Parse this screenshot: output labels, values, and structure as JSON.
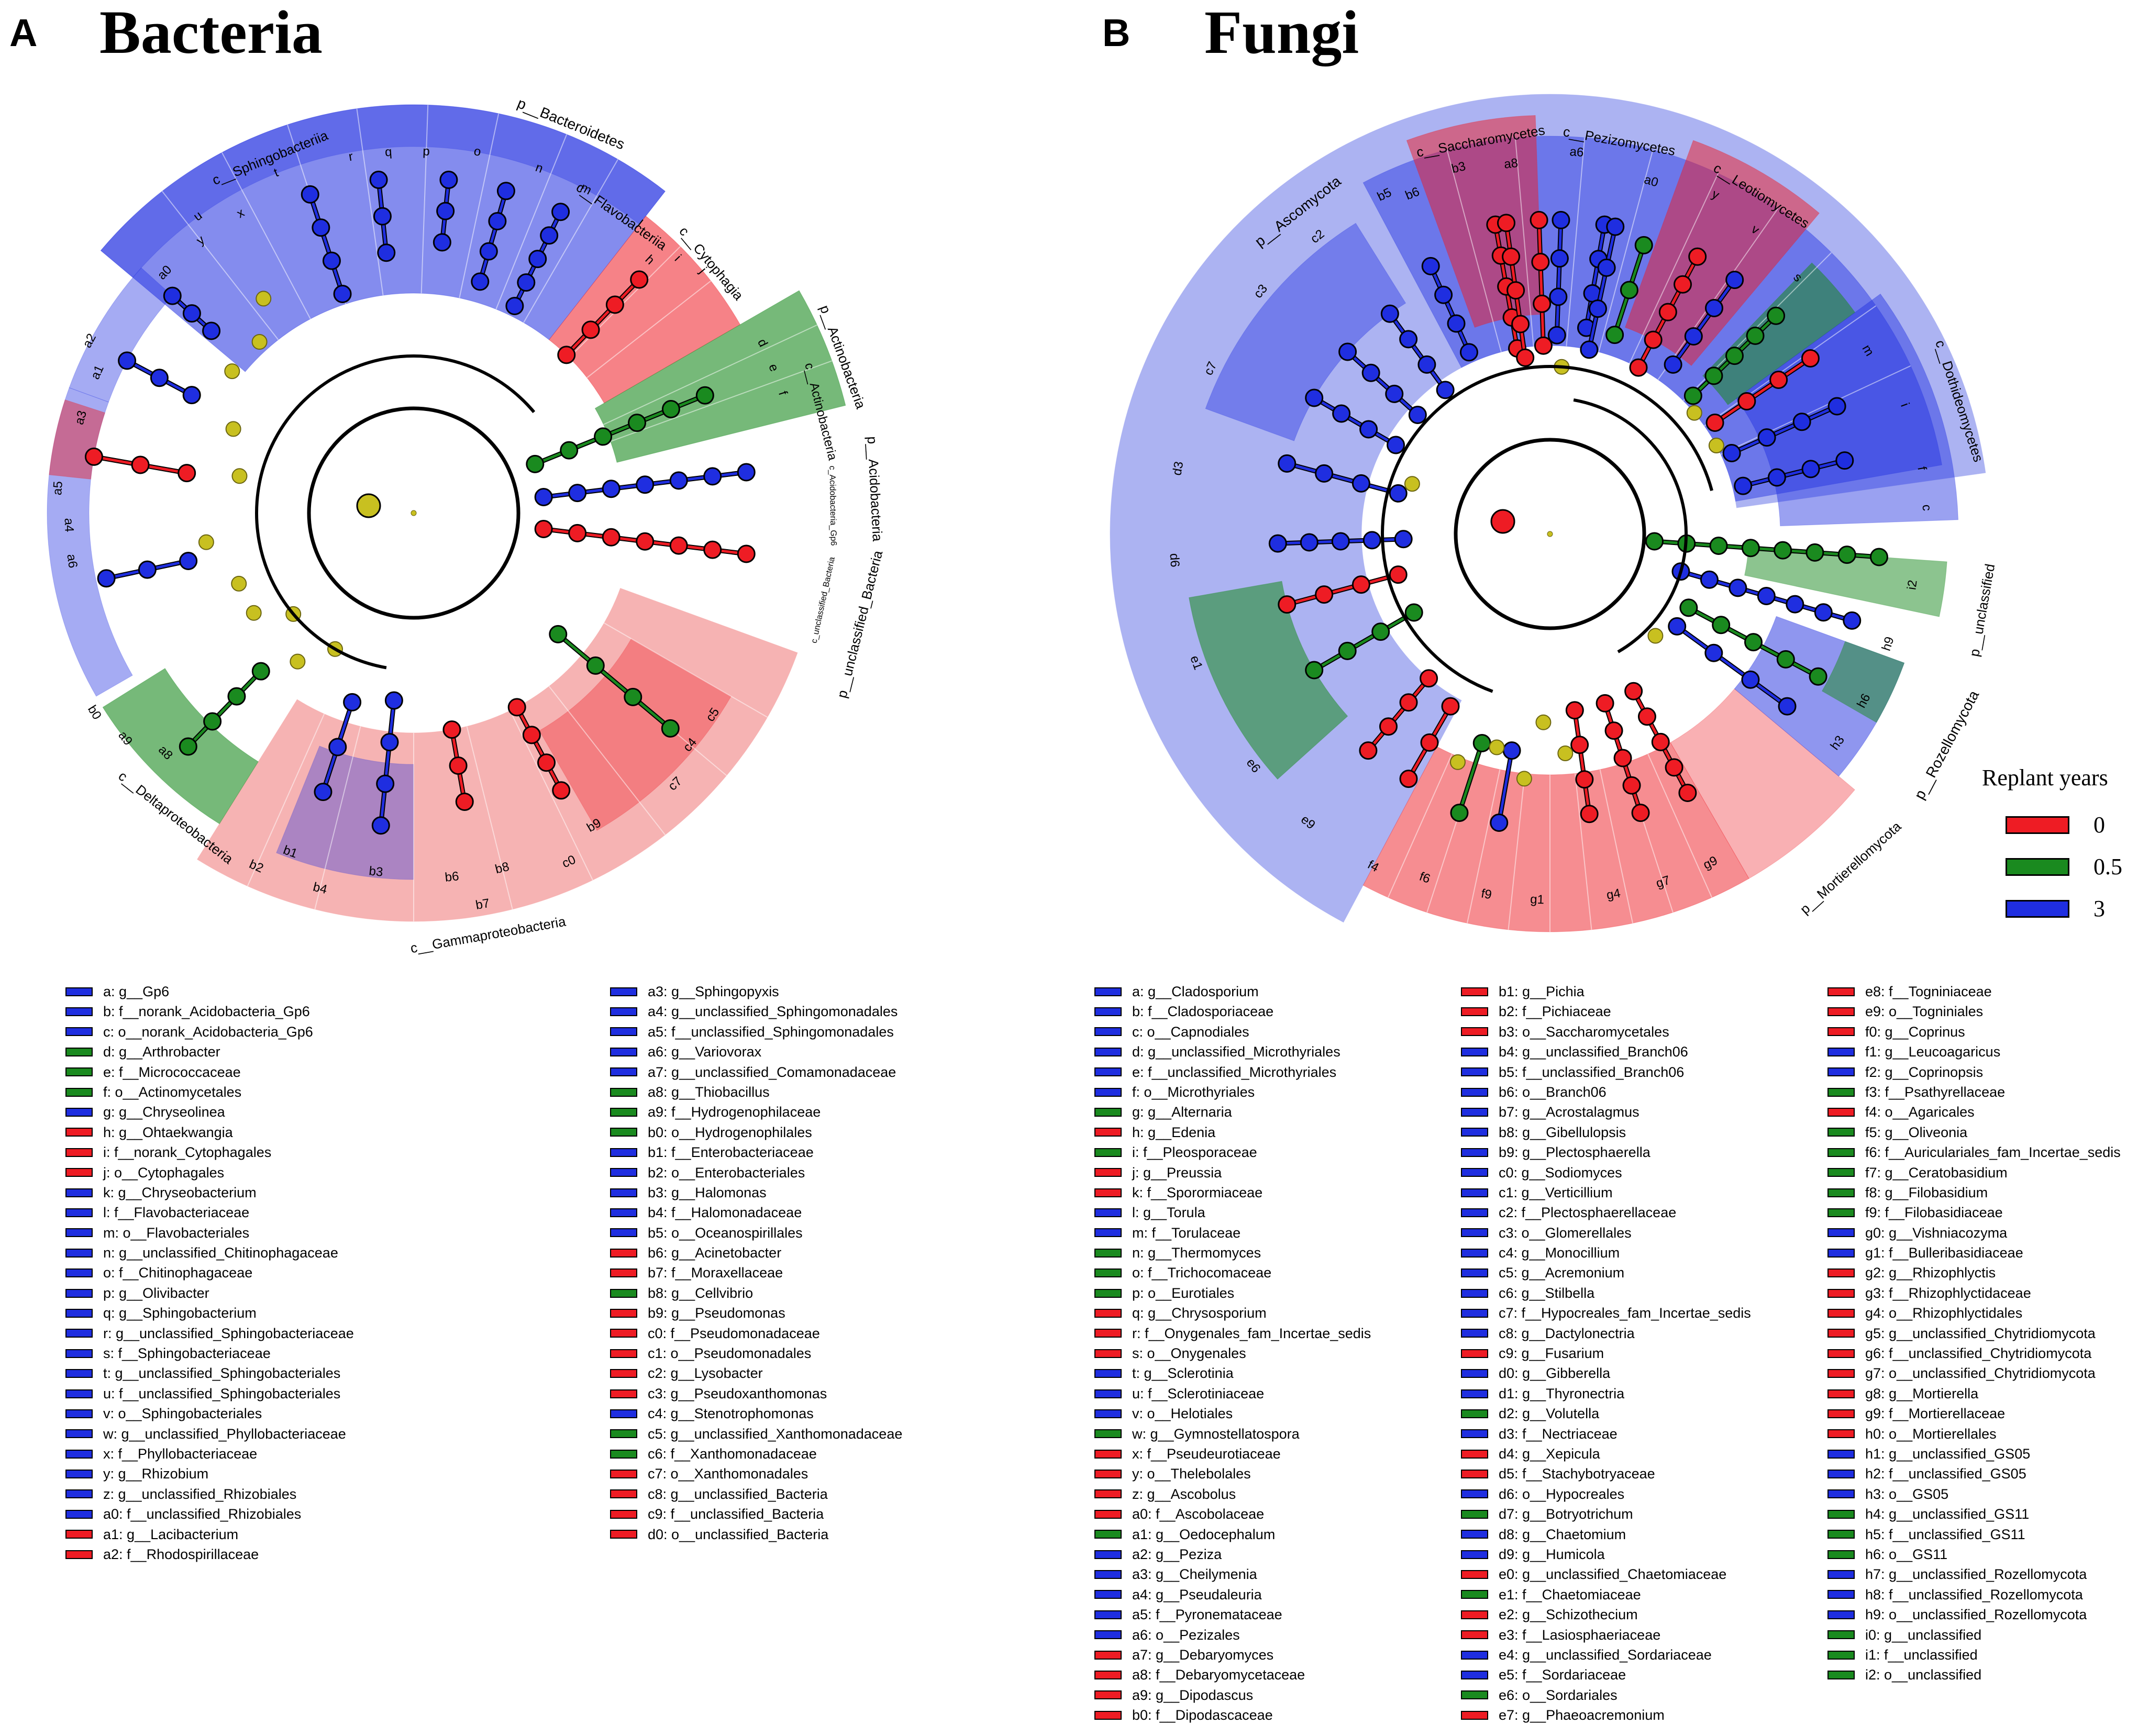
{
  "panels": {
    "a": {
      "letter": "A",
      "title": "Bacteria"
    },
    "b": {
      "letter": "B",
      "title": "Fungi"
    }
  },
  "colors": {
    "red": "#ee1c24",
    "green": "#1a8a1f",
    "blue": "#1f2ee0",
    "yellow": "#c8c020",
    "red_bg": "#f5a6a6",
    "green_bg": "#6cbf6c",
    "blue_bg": "#9ea6f0"
  },
  "replant_legend": {
    "title": "Replant years",
    "items": [
      {
        "label": "0",
        "color": "#ee1c24"
      },
      {
        "label": "0.5",
        "color": "#1a8a1f"
      },
      {
        "label": "3",
        "color": "#1f2ee0"
      }
    ]
  },
  "cladogram_a": {
    "clade_labels": [
      "p__Bacteroidetes",
      "c__Sphingobacteriia",
      "c__Flavobacteriia",
      "c__Cytophagia",
      "p__Actinobacteria",
      "c__Actinobacteria",
      "p__Acidobacteria",
      "c_Acidobacteria_Gp6",
      "p__unclassified_Bacteria",
      "c_unclassified_Bacteria",
      "c__Deltaproteobacteria",
      "c__Gammaproteobacteria"
    ]
  },
  "cladogram_b": {
    "clade_labels": [
      "p__Ascomycota",
      "c__Saccharomycetes",
      "c__Pezizomycetes",
      "c__Leotiomycetes",
      "c__Dothideomycetes",
      "p__unclassified",
      "p__Rozellomycota",
      "p__Mortierellomycota"
    ]
  },
  "legend_a": [
    {
      "key": "a",
      "label": "g__Gp6",
      "color": "blue"
    },
    {
      "key": "b",
      "label": "f__norank_Acidobacteria_Gp6",
      "color": "blue"
    },
    {
      "key": "c",
      "label": "o__norank_Acidobacteria_Gp6",
      "color": "blue"
    },
    {
      "key": "d",
      "label": "g__Arthrobacter",
      "color": "green"
    },
    {
      "key": "e",
      "label": "f__Micrococcaceae",
      "color": "green"
    },
    {
      "key": "f",
      "label": "o__Actinomycetales",
      "color": "green"
    },
    {
      "key": "g",
      "label": "g__Chryseolinea",
      "color": "blue"
    },
    {
      "key": "h",
      "label": "g__Ohtaekwangia",
      "color": "red"
    },
    {
      "key": "i",
      "label": "f__norank_Cytophagales",
      "color": "red"
    },
    {
      "key": "j",
      "label": "o__Cytophagales",
      "color": "red"
    },
    {
      "key": "k",
      "label": "g__Chryseobacterium",
      "color": "blue"
    },
    {
      "key": "l",
      "label": "f__Flavobacteriaceae",
      "color": "blue"
    },
    {
      "key": "m",
      "label": "o__Flavobacteriales",
      "color": "blue"
    },
    {
      "key": "n",
      "label": "g__unclassified_Chitinophagaceae",
      "color": "blue"
    },
    {
      "key": "o",
      "label": "f__Chitinophagaceae",
      "color": "blue"
    },
    {
      "key": "p",
      "label": "g__Olivibacter",
      "color": "blue"
    },
    {
      "key": "q",
      "label": "g__Sphingobacterium",
      "color": "blue"
    },
    {
      "key": "r",
      "label": "g__unclassified_Sphingobacteriaceae",
      "color": "blue"
    },
    {
      "key": "s",
      "label": "f__Sphingobacteriaceae",
      "color": "blue"
    },
    {
      "key": "t",
      "label": "g__unclassified_Sphingobacteriales",
      "color": "blue"
    },
    {
      "key": "u",
      "label": "f__unclassified_Sphingobacteriales",
      "color": "blue"
    },
    {
      "key": "v",
      "label": "o__Sphingobacteriales",
      "color": "blue"
    },
    {
      "key": "w",
      "label": "g__unclassified_Phyllobacteriaceae",
      "color": "blue"
    },
    {
      "key": "x",
      "label": "f__Phyllobacteriaceae",
      "color": "blue"
    },
    {
      "key": "y",
      "label": "g__Rhizobium",
      "color": "blue"
    },
    {
      "key": "z",
      "label": "g__unclassified_Rhizobiales",
      "color": "blue"
    },
    {
      "key": "a0",
      "label": "f__unclassified_Rhizobiales",
      "color": "blue"
    },
    {
      "key": "a1",
      "label": "g__Lacibacterium",
      "color": "red"
    },
    {
      "key": "a2",
      "label": "f__Rhodospirillaceae",
      "color": "red"
    },
    {
      "key": "a3",
      "label": "g__Sphingopyxis",
      "color": "blue"
    },
    {
      "key": "a4",
      "label": "g__unclassified_Sphingomonadales",
      "color": "blue"
    },
    {
      "key": "a5",
      "label": "f__unclassified_Sphingomonadales",
      "color": "blue"
    },
    {
      "key": "a6",
      "label": "g__Variovorax",
      "color": "blue"
    },
    {
      "key": "a7",
      "label": "g__unclassified_Comamonadaceae",
      "color": "blue"
    },
    {
      "key": "a8",
      "label": "g__Thiobacillus",
      "color": "green"
    },
    {
      "key": "a9",
      "label": "f__Hydrogenophilaceae",
      "color": "green"
    },
    {
      "key": "b0",
      "label": "o__Hydrogenophilales",
      "color": "green"
    },
    {
      "key": "b1",
      "label": "f__Enterobacteriaceae",
      "color": "blue"
    },
    {
      "key": "b2",
      "label": "o__Enterobacteriales",
      "color": "blue"
    },
    {
      "key": "b3",
      "label": "g__Halomonas",
      "color": "blue"
    },
    {
      "key": "b4",
      "label": "f__Halomonadaceae",
      "color": "blue"
    },
    {
      "key": "b5",
      "label": "o__Oceanospirillales",
      "color": "blue"
    },
    {
      "key": "b6",
      "label": "g__Acinetobacter",
      "color": "red"
    },
    {
      "key": "b7",
      "label": "f__Moraxellaceae",
      "color": "red"
    },
    {
      "key": "b8",
      "label": "g__Cellvibrio",
      "color": "green"
    },
    {
      "key": "b9",
      "label": "g__Pseudomonas",
      "color": "red"
    },
    {
      "key": "c0",
      "label": "f__Pseudomonadaceae",
      "color": "red"
    },
    {
      "key": "c1",
      "label": "o__Pseudomonadales",
      "color": "red"
    },
    {
      "key": "c2",
      "label": "g__Lysobacter",
      "color": "red"
    },
    {
      "key": "c3",
      "label": "g__Pseudoxanthomonas",
      "color": "red"
    },
    {
      "key": "c4",
      "label": "g__Stenotrophomonas",
      "color": "blue"
    },
    {
      "key": "c5",
      "label": "g__unclassified_Xanthomonadaceae",
      "color": "green"
    },
    {
      "key": "c6",
      "label": "f__Xanthomonadaceae",
      "color": "green"
    },
    {
      "key": "c7",
      "label": "o__Xanthomonadales",
      "color": "red"
    },
    {
      "key": "c8",
      "label": "g__unclassified_Bacteria",
      "color": "red"
    },
    {
      "key": "c9",
      "label": "f__unclassified_Bacteria",
      "color": "red"
    },
    {
      "key": "d0",
      "label": "o__unclassified_Bacteria",
      "color": "red"
    }
  ],
  "legend_b": [
    {
      "key": "a",
      "label": "g__Cladosporium",
      "color": "blue"
    },
    {
      "key": "b",
      "label": "f__Cladosporiaceae",
      "color": "blue"
    },
    {
      "key": "c",
      "label": "o__Capnodiales",
      "color": "blue"
    },
    {
      "key": "d",
      "label": "g__unclassified_Microthyriales",
      "color": "blue"
    },
    {
      "key": "e",
      "label": "f__unclassified_Microthyriales",
      "color": "blue"
    },
    {
      "key": "f",
      "label": "o__Microthyriales",
      "color": "blue"
    },
    {
      "key": "g",
      "label": "g__Alternaria",
      "color": "green"
    },
    {
      "key": "h",
      "label": "g__Edenia",
      "color": "red"
    },
    {
      "key": "i",
      "label": "f__Pleosporaceae",
      "color": "green"
    },
    {
      "key": "j",
      "label": "g__Preussia",
      "color": "red"
    },
    {
      "key": "k",
      "label": "f__Sporormiaceae",
      "color": "red"
    },
    {
      "key": "l",
      "label": "g__Torula",
      "color": "blue"
    },
    {
      "key": "m",
      "label": "f__Torulaceae",
      "color": "blue"
    },
    {
      "key": "n",
      "label": "g__Thermomyces",
      "color": "green"
    },
    {
      "key": "o",
      "label": "f__Trichocomaceae",
      "color": "green"
    },
    {
      "key": "p",
      "label": "o__Eurotiales",
      "color": "green"
    },
    {
      "key": "q",
      "label": "g__Chrysosporium",
      "color": "red"
    },
    {
      "key": "r",
      "label": "f__Onygenales_fam_Incertae_sedis",
      "color": "red"
    },
    {
      "key": "s",
      "label": "o__Onygenales",
      "color": "red"
    },
    {
      "key": "t",
      "label": "g__Sclerotinia",
      "color": "blue"
    },
    {
      "key": "u",
      "label": "f__Sclerotiniaceae",
      "color": "blue"
    },
    {
      "key": "v",
      "label": "o__Helotiales",
      "color": "blue"
    },
    {
      "key": "w",
      "label": "g__Gymnostellatospora",
      "color": "green"
    },
    {
      "key": "x",
      "label": "f__Pseudeurotiaceae",
      "color": "red"
    },
    {
      "key": "y",
      "label": "o__Thelebolales",
      "color": "red"
    },
    {
      "key": "z",
      "label": "g__Ascobolus",
      "color": "red"
    },
    {
      "key": "a0",
      "label": "f__Ascobolaceae",
      "color": "red"
    },
    {
      "key": "a1",
      "label": "g__Oedocephalum",
      "color": "green"
    },
    {
      "key": "a2",
      "label": "g__Peziza",
      "color": "blue"
    },
    {
      "key": "a3",
      "label": "g__Cheilymenia",
      "color": "blue"
    },
    {
      "key": "a4",
      "label": "g__Pseudaleuria",
      "color": "blue"
    },
    {
      "key": "a5",
      "label": "f__Pyronemataceae",
      "color": "blue"
    },
    {
      "key": "a6",
      "label": "o__Pezizales",
      "color": "blue"
    },
    {
      "key": "a7",
      "label": "g__Debaryomyces",
      "color": "red"
    },
    {
      "key": "a8",
      "label": "f__Debaryomycetaceae",
      "color": "red"
    },
    {
      "key": "a9",
      "label": "g__Dipodascus",
      "color": "red"
    },
    {
      "key": "b0",
      "label": "f__Dipodascaceae",
      "color": "red"
    },
    {
      "key": "b1",
      "label": "g__Pichia",
      "color": "red"
    },
    {
      "key": "b2",
      "label": "f__Pichiaceae",
      "color": "red"
    },
    {
      "key": "b3",
      "label": "o__Saccharomycetales",
      "color": "red"
    },
    {
      "key": "b4",
      "label": "g__unclassified_Branch06",
      "color": "blue"
    },
    {
      "key": "b5",
      "label": "f__unclassified_Branch06",
      "color": "blue"
    },
    {
      "key": "b6",
      "label": "o__Branch06",
      "color": "blue"
    },
    {
      "key": "b7",
      "label": "g__Acrostalagmus",
      "color": "blue"
    },
    {
      "key": "b8",
      "label": "g__Gibellulopsis",
      "color": "blue"
    },
    {
      "key": "b9",
      "label": "g__Plectosphaerella",
      "color": "blue"
    },
    {
      "key": "c0",
      "label": "g__Sodiomyces",
      "color": "blue"
    },
    {
      "key": "c1",
      "label": "g__Verticillium",
      "color": "blue"
    },
    {
      "key": "c2",
      "label": "f__Plectosphaerellaceae",
      "color": "blue"
    },
    {
      "key": "c3",
      "label": "o__Glomerellales",
      "color": "blue"
    },
    {
      "key": "c4",
      "label": "g__Monocillium",
      "color": "blue"
    },
    {
      "key": "c5",
      "label": "g__Acremonium",
      "color": "blue"
    },
    {
      "key": "c6",
      "label": "g__Stilbella",
      "color": "blue"
    },
    {
      "key": "c7",
      "label": "f__Hypocreales_fam_Incertae_sedis",
      "color": "blue"
    },
    {
      "key": "c8",
      "label": "g__Dactylonectria",
      "color": "blue"
    },
    {
      "key": "c9",
      "label": "g__Fusarium",
      "color": "red"
    },
    {
      "key": "d0",
      "label": "g__Gibberella",
      "color": "blue"
    },
    {
      "key": "d1",
      "label": "g__Thyronectria",
      "color": "blue"
    },
    {
      "key": "d2",
      "label": "g__Volutella",
      "color": "green"
    },
    {
      "key": "d3",
      "label": "f__Nectriaceae",
      "color": "blue"
    },
    {
      "key": "d4",
      "label": "g__Xepicula",
      "color": "red"
    },
    {
      "key": "d5",
      "label": "f__Stachybotryaceae",
      "color": "red"
    },
    {
      "key": "d6",
      "label": "o__Hypocreales",
      "color": "blue"
    },
    {
      "key": "d7",
      "label": "g__Botryotrichum",
      "color": "green"
    },
    {
      "key": "d8",
      "label": "g__Chaetomium",
      "color": "blue"
    },
    {
      "key": "d9",
      "label": "g__Humicola",
      "color": "blue"
    },
    {
      "key": "e0",
      "label": "g__unclassified_Chaetomiaceae",
      "color": "red"
    },
    {
      "key": "e1",
      "label": "f__Chaetomiaceae",
      "color": "green"
    },
    {
      "key": "e2",
      "label": "g__Schizothecium",
      "color": "red"
    },
    {
      "key": "e3",
      "label": "f__Lasiosphaeriaceae",
      "color": "red"
    },
    {
      "key": "e4",
      "label": "g__unclassified_Sordariaceae",
      "color": "blue"
    },
    {
      "key": "e5",
      "label": "f__Sordariaceae",
      "color": "blue"
    },
    {
      "key": "e6",
      "label": "o__Sordariales",
      "color": "green"
    },
    {
      "key": "e7",
      "label": "g__Phaeoacremonium",
      "color": "red"
    },
    {
      "key": "e8",
      "label": "f__Togniniaceae",
      "color": "red"
    },
    {
      "key": "e9",
      "label": "o__Togniniales",
      "color": "red"
    },
    {
      "key": "f0",
      "label": "g__Coprinus",
      "color": "red"
    },
    {
      "key": "f1",
      "label": "g__Leucoagaricus",
      "color": "blue"
    },
    {
      "key": "f2",
      "label": "g__Coprinopsis",
      "color": "blue"
    },
    {
      "key": "f3",
      "label": "f__Psathyrellaceae",
      "color": "green"
    },
    {
      "key": "f4",
      "label": "o__Agaricales",
      "color": "red"
    },
    {
      "key": "f5",
      "label": "g__Oliveonia",
      "color": "green"
    },
    {
      "key": "f6",
      "label": "f__Auriculariales_fam_Incertae_sedis",
      "color": "green"
    },
    {
      "key": "f7",
      "label": "g__Ceratobasidium",
      "color": "green"
    },
    {
      "key": "f8",
      "label": "g__Filobasidium",
      "color": "green"
    },
    {
      "key": "f9",
      "label": "f__Filobasidiaceae",
      "color": "green"
    },
    {
      "key": "g0",
      "label": "g__Vishniacozyma",
      "color": "blue"
    },
    {
      "key": "g1",
      "label": "f__Bulleribasidiaceae",
      "color": "blue"
    },
    {
      "key": "g2",
      "label": "g__Rhizophlyctis",
      "color": "red"
    },
    {
      "key": "g3",
      "label": "f__Rhizophlyctidaceae",
      "color": "red"
    },
    {
      "key": "g4",
      "label": "o__Rhizophlyctidales",
      "color": "red"
    },
    {
      "key": "g5",
      "label": "g__unclassified_Chytridiomycota",
      "color": "red"
    },
    {
      "key": "g6",
      "label": "f__unclassified_Chytridiomycota",
      "color": "red"
    },
    {
      "key": "g7",
      "label": "o__unclassified_Chytridiomycota",
      "color": "red"
    },
    {
      "key": "g8",
      "label": "g__Mortierella",
      "color": "red"
    },
    {
      "key": "g9",
      "label": "f__Mortierellaceae",
      "color": "red"
    },
    {
      "key": "h0",
      "label": "o__Mortierellales",
      "color": "red"
    },
    {
      "key": "h1",
      "label": "g__unclassified_GS05",
      "color": "blue"
    },
    {
      "key": "h2",
      "label": "f__unclassified_GS05",
      "color": "blue"
    },
    {
      "key": "h3",
      "label": "o__GS05",
      "color": "blue"
    },
    {
      "key": "h4",
      "label": "g__unclassified_GS11",
      "color": "green"
    },
    {
      "key": "h5",
      "label": "f__unclassified_GS11",
      "color": "green"
    },
    {
      "key": "h6",
      "label": "o__GS11",
      "color": "green"
    },
    {
      "key": "h7",
      "label": "g__unclassified_Rozellomycota",
      "color": "blue"
    },
    {
      "key": "h8",
      "label": "f__unclassified_Rozellomycota",
      "color": "blue"
    },
    {
      "key": "h9",
      "label": "o__unclassified_Rozellomycota",
      "color": "blue"
    },
    {
      "key": "i0",
      "label": "g__unclassified",
      "color": "green"
    },
    {
      "key": "i1",
      "label": "f__unclassified",
      "color": "green"
    },
    {
      "key": "i2",
      "label": "o__unclassified",
      "color": "green"
    }
  ]
}
